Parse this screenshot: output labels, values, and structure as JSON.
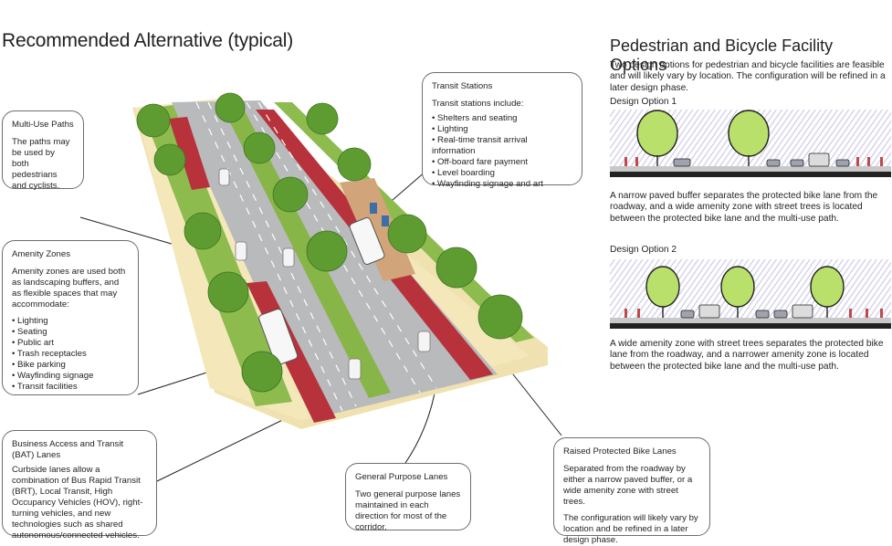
{
  "title": "Recommended Alternative (typical)",
  "callouts": {
    "multi_use": {
      "heading": "Multi-Use Paths",
      "body": "The paths may be used by both pedestrians and cyclists."
    },
    "amenity": {
      "heading": "Amenity Zones",
      "body": "Amenity zones are used both as landscaping buffers, and as flexible spaces that may accommodate:",
      "items": [
        "Lighting",
        "Seating",
        "Public art",
        "Trash receptacles",
        "Bike parking",
        "Wayfinding signage",
        "Transit facilities"
      ]
    },
    "bat": {
      "heading": "Business Access and Transit (BAT) Lanes",
      "body": "Curbside lanes allow a combination of Bus Rapid Transit (BRT), Local Transit, High Occupancy Vehicles (HOV), right-turning vehicles, and new technologies such as shared autonomous/connected vehicles."
    },
    "general": {
      "heading": "General Purpose Lanes",
      "body": "Two general purpose lanes maintained in each direction for most of the corridor."
    },
    "transit": {
      "heading": "Transit Stations",
      "body": "Transit stations include:",
      "items": [
        "Shelters and seating",
        "Lighting",
        "Real-time transit arrival information",
        "Off-board fare payment",
        "Level boarding",
        "Wayfinding signage and art"
      ]
    },
    "bike": {
      "heading": "Raised Protected Bike Lanes",
      "body": "Separated from the roadway by either a narrow paved buffer, or a wide amenity zone with street trees.",
      "body2": "The configuration will likely vary by location and be refined in a later design phase."
    }
  },
  "right": {
    "title": "Pedestrian and Bicycle Facility Options",
    "intro": "Two design options  for pedestrian and bicycle facilities are feasible and will likely vary by location.  The configuration will be refined in a later design phase.",
    "option1_label": "Design Option 1",
    "option1_desc": "A narrow paved buffer separates the protected bike lane from the roadway, and a wide amenity zone with street trees is located between the protected bike lane and the multi-use path.",
    "option2_label": "Design Option 2",
    "option2_desc": "A wide amenity zone with street trees separates the protected bike lane from the roadway, and a narrower amenity zone is located between the protected bike lane and the multi-use path."
  },
  "colors": {
    "bike_lane": "#b5303a",
    "roadway": "#b8b9bb",
    "grass": "#7fb241",
    "tree": "#5f9e33",
    "sidewalk": "#f2e4ad",
    "sky_hatch": "#c9c6e6"
  }
}
